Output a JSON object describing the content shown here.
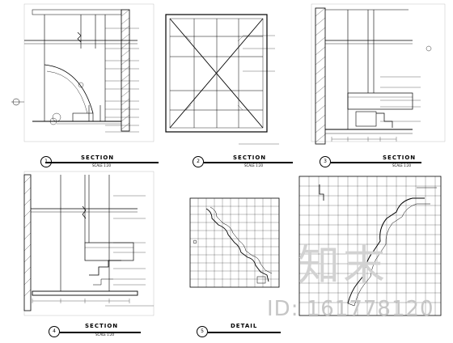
{
  "sheet": {
    "panels": [
      {
        "id": "p1",
        "num": "1",
        "title": "SECTION",
        "scale": "SCALE 1:20"
      },
      {
        "id": "p2",
        "num": "2",
        "title": "SECTION",
        "scale": "SCALE 1:20"
      },
      {
        "id": "p3",
        "num": "3",
        "title": "SECTION",
        "scale": "SCALE 1:20"
      },
      {
        "id": "p4",
        "num": "4",
        "title": "SECTION",
        "scale": "SCALE 1:20"
      },
      {
        "id": "p5",
        "num": "5",
        "title": "DETAIL",
        "scale": ""
      }
    ]
  },
  "watermark": {
    "logo": "知末",
    "id": "ID: 161778120"
  }
}
